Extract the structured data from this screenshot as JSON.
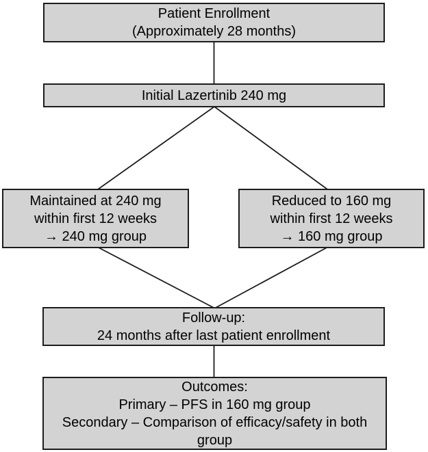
{
  "colors": {
    "box_fill": "#d3d3d3",
    "box_border": "#1c1c1c",
    "connector": "#1c1c1c",
    "text": "#000000",
    "background": "#ffffff"
  },
  "nodes": {
    "enrollment": {
      "lines": [
        "Patient Enrollment",
        "(Approximately 28 months)"
      ]
    },
    "initial_dose": {
      "lines": [
        "Initial Lazertinib 240 mg"
      ]
    },
    "maintained_240": {
      "lines": [
        "Maintained at 240 mg",
        "within first 12 weeks",
        "→ 240 mg group"
      ]
    },
    "reduced_160": {
      "lines": [
        "Reduced to 160 mg",
        "within first 12 weeks",
        "→ 160 mg group"
      ]
    },
    "follow_up": {
      "lines": [
        "Follow-up:",
        "24 months after last patient enrollment"
      ]
    },
    "outcomes": {
      "lines": [
        "Outcomes:",
        "Primary – PFS in 160 mg group",
        "Secondary – Comparison of efficacy/safety in both",
        "group"
      ]
    }
  }
}
